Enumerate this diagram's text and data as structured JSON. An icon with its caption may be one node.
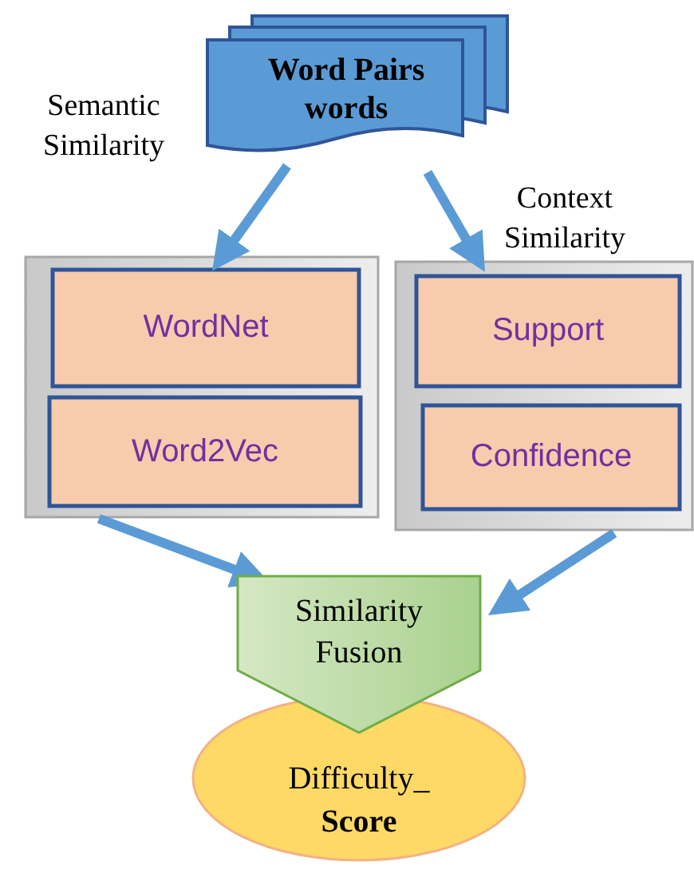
{
  "diagram": {
    "nodes": [
      {
        "text": [
          "Word Pairs words"
        ]
      },
      {
        "text": [],
        "shape": "box"
      },
      {
        "text": [
          "WordNet"
        ],
        "in": 1
      },
      {
        "text": [
          "Word2Vec"
        ],
        "in": 1
      },
      {
        "text": [],
        "shape": "box"
      },
      {
        "text": [
          "Support"
        ],
        "in": 4
      },
      {
        "text": [
          "Confidence"
        ],
        "in": 4
      },
      {
        "text": [
          "Similarity Fusion"
        ]
      },
      {
        "text": [
          "Difficulty_ **Score**"
        ]
      }
    ],
    "edges": [
      {
        "from": 0,
        "to": 1,
        "arrow": "to",
        "label": "Semantic Similarity"
      },
      {
        "from": 0,
        "to": 4,
        "arrow": "to",
        "label": "Context Similarity"
      },
      {
        "from": 1,
        "to": 7,
        "arrow": "to"
      },
      {
        "from": 4,
        "to": 7,
        "arrow": "to"
      }
    ]
  }
}
